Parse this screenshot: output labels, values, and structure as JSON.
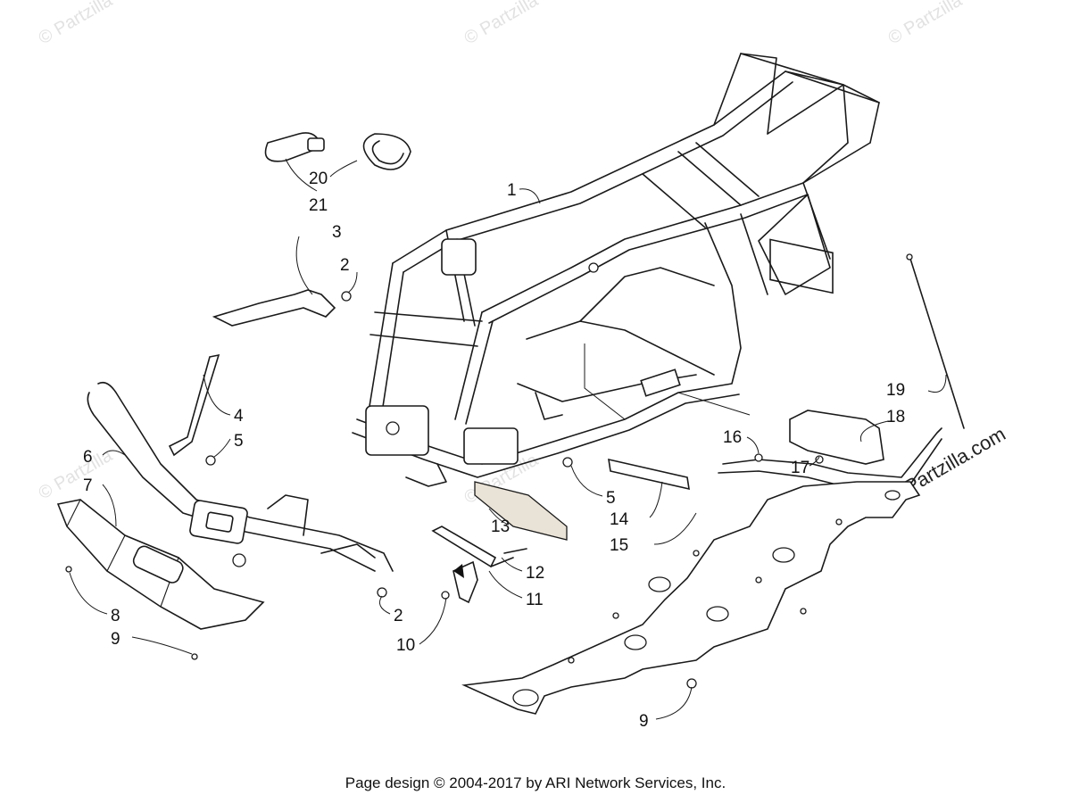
{
  "watermark": {
    "text": "© Partzilla",
    "side_text": "© Partzilla.com"
  },
  "callouts": {
    "c1": "1",
    "c2a": "2",
    "c2b": "2",
    "c3": "3",
    "c4": "4",
    "c5a": "5",
    "c5b": "5",
    "c6": "6",
    "c7": "7",
    "c8": "8",
    "c9a": "9",
    "c9b": "9",
    "c10": "10",
    "c11": "11",
    "c12": "12",
    "c13": "13",
    "c14": "14",
    "c15": "15",
    "c16": "16",
    "c17": "17",
    "c18": "18",
    "c19": "19",
    "c20": "20",
    "c21": "21"
  },
  "footer": "Page design © 2004-2017 by ARI Network Services, Inc."
}
